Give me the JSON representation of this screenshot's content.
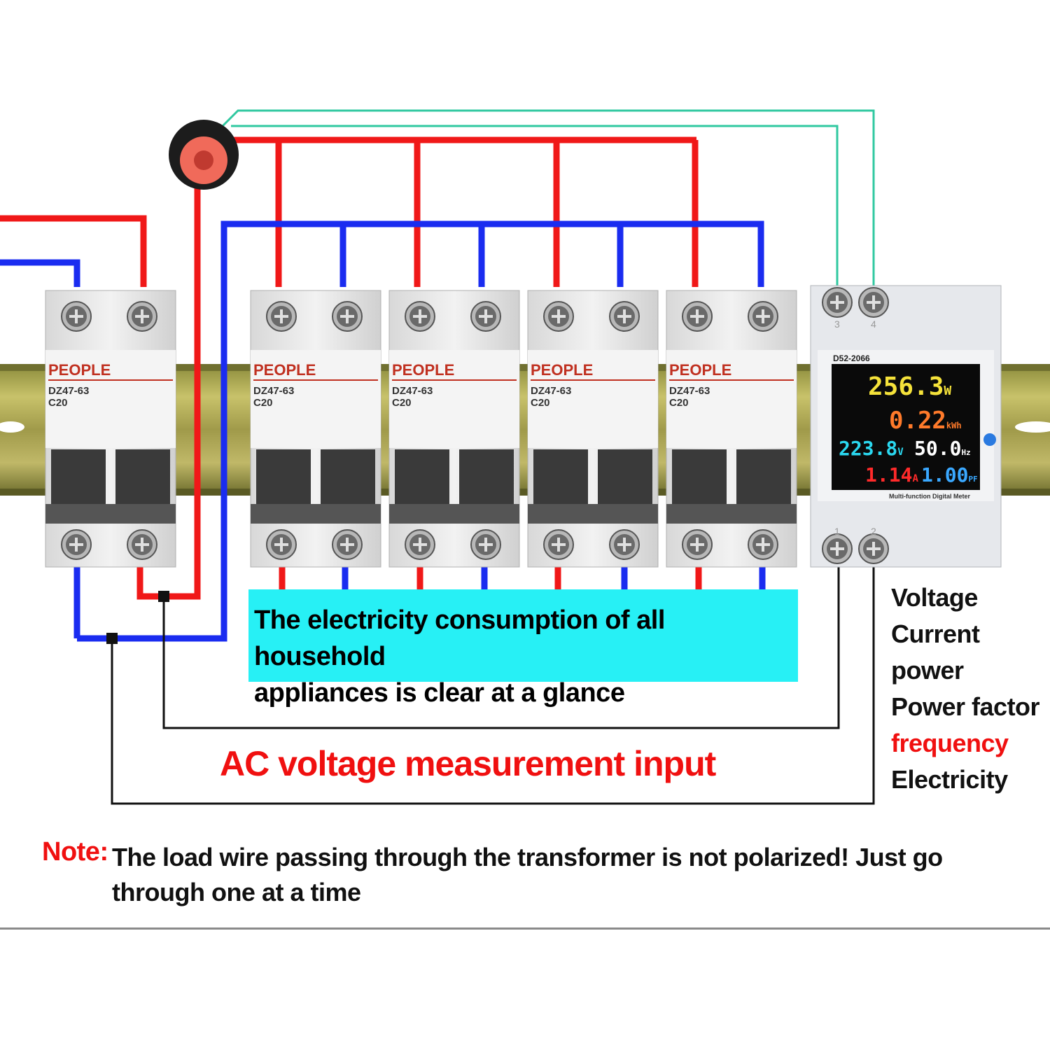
{
  "colors": {
    "live_wire": "#f01818",
    "neutral_wire": "#1a2cf0",
    "signal_wire": "#30c8a0",
    "measure_wire": "#111111",
    "callout_bg": "#27f0f5",
    "heading_red": "#f01010",
    "display_yellow": "#f5e23a",
    "display_orange": "#ff7a2a",
    "display_cyan": "#2ad8f0",
    "display_red": "#ff2a2a",
    "display_blue": "#3aa8ff"
  },
  "breakers": [
    {
      "brand": "PEOPLE",
      "model": "DZ47-63",
      "rating": "C20"
    },
    {
      "brand": "PEOPLE",
      "model": "DZ47-63",
      "rating": "C20"
    },
    {
      "brand": "PEOPLE",
      "model": "DZ47-63",
      "rating": "C20"
    },
    {
      "brand": "PEOPLE",
      "model": "DZ47-63",
      "rating": "C20"
    },
    {
      "brand": "PEOPLE",
      "model": "DZ47-63",
      "rating": "C20"
    }
  ],
  "meter": {
    "model": "D52-2066",
    "power": "256.3",
    "power_unit": "W",
    "energy": "0.22",
    "energy_unit": "kWh",
    "voltage": "223.8",
    "voltage_unit": "V",
    "frequency": "50.0",
    "frequency_unit": "Hz",
    "current": "1.14",
    "current_unit": "A",
    "power_factor": "1.00",
    "power_factor_unit": "PF",
    "caption": "Multi-function Digital Meter",
    "terminals_top": [
      "3",
      "4"
    ],
    "terminals_bottom": [
      "1",
      "2"
    ]
  },
  "callout": {
    "line1": "The electricity consumption of all household",
    "line2": "appliances is clear at a glance"
  },
  "ac_label": "AC voltage measurement input",
  "features": [
    "Voltage",
    "Current",
    "power",
    "Power factor",
    "frequency",
    "Electricity"
  ],
  "note": {
    "label": "Note:",
    "text": "The load wire passing through the transformer is not polarized! Just go through one at a time"
  }
}
